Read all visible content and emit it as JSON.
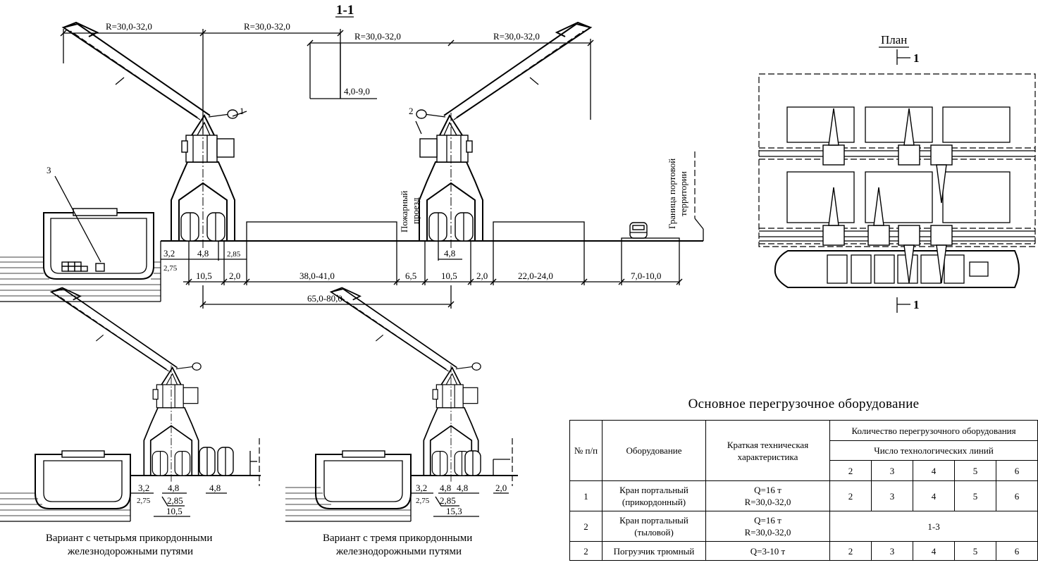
{
  "section": {
    "title": "1-1",
    "radius_label": "R=30,0-32,0",
    "height_label": "4,0-9,0",
    "labels": [
      "1",
      "2",
      "3"
    ],
    "fire_lane": "Пожарный проезд",
    "fire_lane_lines": [
      "Пожарный",
      "проезд"
    ],
    "boundary": "Граница портовой территории",
    "boundary_lines": [
      "Граница портовой",
      "территории"
    ],
    "dims": {
      "d32": "3,2",
      "d275": "2,75",
      "d48": "4,8",
      "d285": "2,85",
      "d105": "10,5",
      "d20": "2,0",
      "d3841": "38,0-41,0",
      "d65": "6,5",
      "d2224": "22,0-24,0",
      "d710": "7,0-10,0",
      "d6580": "65,0-80,0"
    }
  },
  "plan": {
    "title": "План",
    "section_mark": "1"
  },
  "variants": {
    "left": {
      "caption": "Вариант с четырьмя прикордонными железнодорожными путями",
      "caption_lines": [
        "Вариант с четырьмя прикордонными",
        "железнодорожными путями"
      ],
      "dims": {
        "d32": "3,2",
        "d275": "2,75",
        "d48": "4,8",
        "d48b": "4,8",
        "d285": "2,85",
        "d105": "10,5"
      }
    },
    "right": {
      "caption": "Вариант с тремя прикордонными железнодорожными путями",
      "caption_lines": [
        "Вариант с тремя прикордонными",
        "железнодорожными путями"
      ],
      "dims": {
        "d32": "3,2",
        "d275": "2,75",
        "d48": "4,8",
        "d48b": "4,8",
        "d285": "2,85",
        "d153": "15,3",
        "d20": "2,0"
      }
    }
  },
  "table": {
    "title": "Основное перегрузочное оборудование",
    "headers": {
      "num": "№ п/п",
      "equipment": "Оборудование",
      "spec": "Краткая техническая характеристика",
      "quantity": "Количество перегрузочного оборудования",
      "lines": "Число технологических линий",
      "line_counts": [
        "2",
        "3",
        "4",
        "5",
        "6"
      ]
    },
    "rows": [
      {
        "num": "1",
        "equipment": "Кран портальный (прикордонный)",
        "equipment_lines": [
          "Кран портальный",
          "(прикордонный)"
        ],
        "spec_lines": [
          "Q=16 т",
          "R=30,0-32,0"
        ],
        "values": [
          "2",
          "3",
          "4",
          "5",
          "6"
        ]
      },
      {
        "num": "2",
        "equipment": "Кран портальный (тыловой)",
        "equipment_lines": [
          "Кран портальный",
          "(тыловой)"
        ],
        "spec_lines": [
          "Q=16 т",
          "R=30,0-32,0"
        ],
        "merged": "1-3"
      },
      {
        "num": "2",
        "equipment": "Погрузчик трюмный",
        "spec": "Q=3-10 т",
        "values": [
          "2",
          "3",
          "4",
          "5",
          "6"
        ]
      }
    ]
  }
}
